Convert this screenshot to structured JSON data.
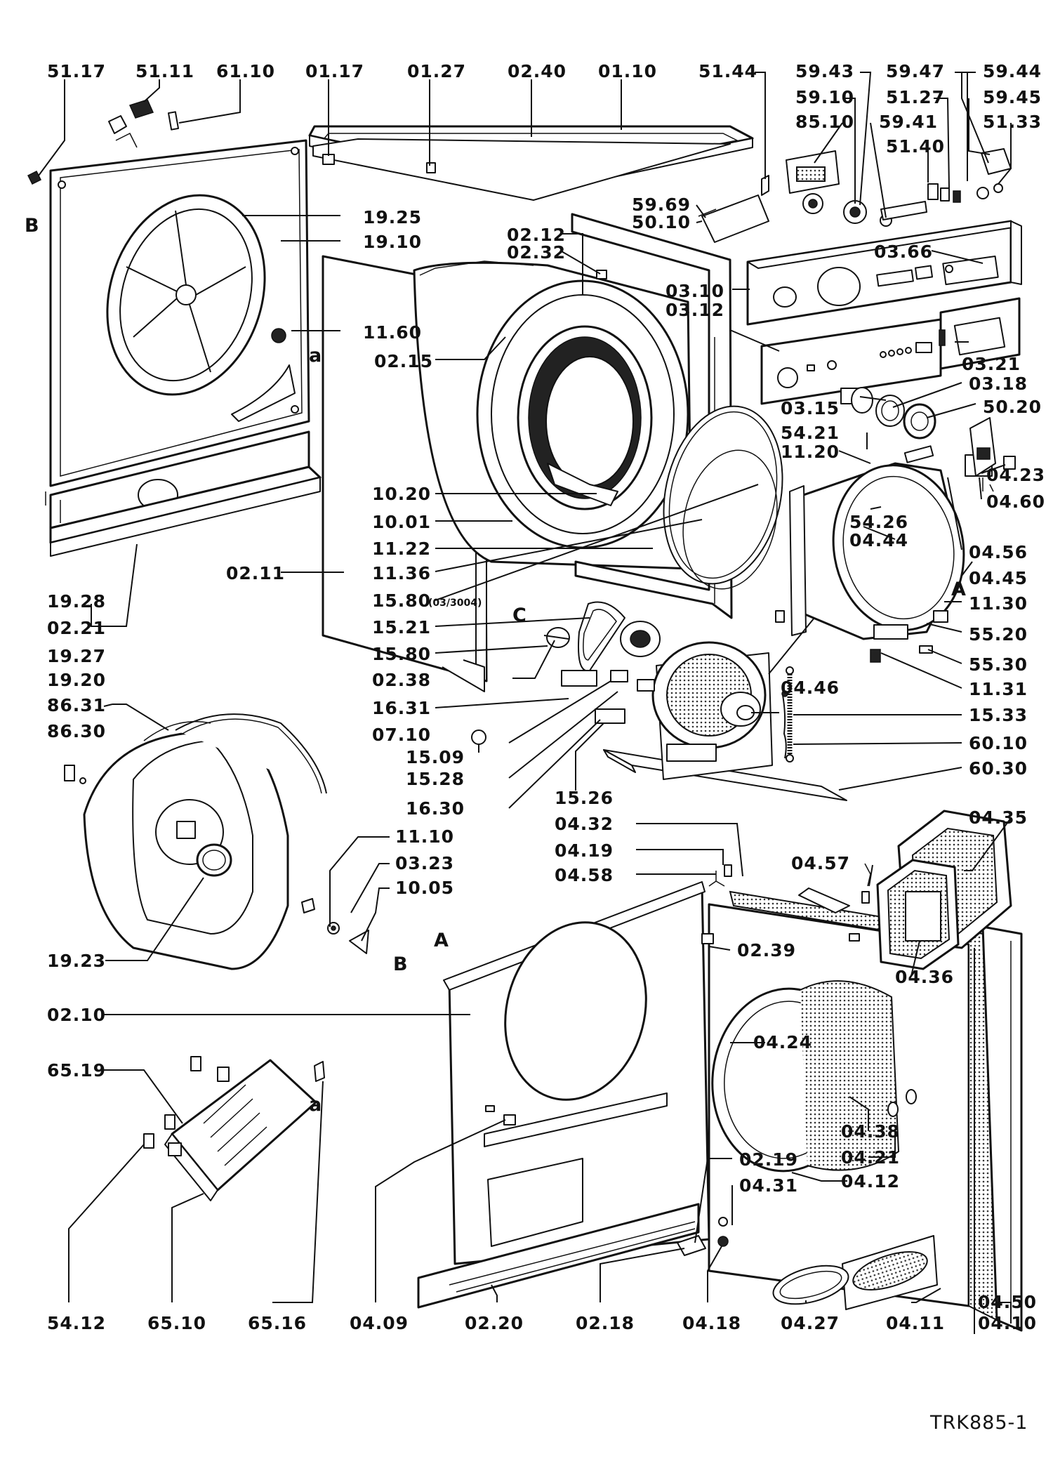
{
  "drawing_ref": "TRK885-1",
  "callouts": [
    {
      "id": "51-17",
      "text": "51.17"
    },
    {
      "id": "51-11",
      "text": "51.11"
    },
    {
      "id": "61-10",
      "text": "61.10"
    },
    {
      "id": "01-17",
      "text": "01.17"
    },
    {
      "id": "01-27",
      "text": "01.27"
    },
    {
      "id": "02-40",
      "text": "02.40"
    },
    {
      "id": "01-10",
      "text": "01.10"
    },
    {
      "id": "51-44",
      "text": "51.44"
    },
    {
      "id": "59-43",
      "text": "59.43"
    },
    {
      "id": "59-47",
      "text": "59.47"
    },
    {
      "id": "59-44",
      "text": "59.44"
    },
    {
      "id": "59-10",
      "text": "59.10"
    },
    {
      "id": "51-27",
      "text": "51.27"
    },
    {
      "id": "59-45",
      "text": "59.45"
    },
    {
      "id": "85-10",
      "text": "85.10"
    },
    {
      "id": "59-41",
      "text": "59.41"
    },
    {
      "id": "51-33",
      "text": "51.33"
    },
    {
      "id": "51-40",
      "text": "51.40"
    },
    {
      "id": "59-69",
      "text": "59.69"
    },
    {
      "id": "50-10",
      "text": "50.10"
    },
    {
      "id": "02-12",
      "text": "02.12"
    },
    {
      "id": "02-32",
      "text": "02.32"
    },
    {
      "id": "03-66",
      "text": "03.66"
    },
    {
      "id": "19-25",
      "text": "19.25"
    },
    {
      "id": "19-10",
      "text": "19.10"
    },
    {
      "id": "03-10",
      "text": "03.10"
    },
    {
      "id": "03-12",
      "text": "03.12"
    },
    {
      "id": "11-60",
      "text": "11.60"
    },
    {
      "id": "03-21",
      "text": "03.21"
    },
    {
      "id": "02-15",
      "text": "02.15"
    },
    {
      "id": "03-18",
      "text": "03.18"
    },
    {
      "id": "03-15",
      "text": "03.15"
    },
    {
      "id": "50-20",
      "text": "50.20"
    },
    {
      "id": "54-21",
      "text": "54.21"
    },
    {
      "id": "11-20",
      "text": "11.20"
    },
    {
      "id": "04-23",
      "text": "04.23"
    },
    {
      "id": "10-20",
      "text": "10.20"
    },
    {
      "id": "54-26",
      "text": "54.26"
    },
    {
      "id": "04-60",
      "text": "04.60"
    },
    {
      "id": "10-01",
      "text": "10.01"
    },
    {
      "id": "04-44",
      "text": "04.44"
    },
    {
      "id": "04-56",
      "text": "04.56"
    },
    {
      "id": "11-22",
      "text": "11.22"
    },
    {
      "id": "19-28",
      "text": "19.28"
    },
    {
      "id": "02-11",
      "text": "02.11"
    },
    {
      "id": "11-36",
      "text": "11.36"
    },
    {
      "id": "04-45",
      "text": "04.45"
    },
    {
      "id": "15-80a",
      "text": "15.80"
    },
    {
      "id": "15-80a-note",
      "text": "(03/3004)"
    },
    {
      "id": "11-30",
      "text": "11.30"
    },
    {
      "id": "02-21",
      "text": "02.21"
    },
    {
      "id": "15-21",
      "text": "15.21"
    },
    {
      "id": "55-20",
      "text": "55.20"
    },
    {
      "id": "19-27",
      "text": "19.27"
    },
    {
      "id": "15-80b",
      "text": "15.80"
    },
    {
      "id": "55-30",
      "text": "55.30"
    },
    {
      "id": "19-20",
      "text": "19.20"
    },
    {
      "id": "02-38",
      "text": "02.38"
    },
    {
      "id": "04-46",
      "text": "04.46"
    },
    {
      "id": "86-31",
      "text": "86.31"
    },
    {
      "id": "16-31",
      "text": "16.31"
    },
    {
      "id": "11-31",
      "text": "11.31"
    },
    {
      "id": "15-33",
      "text": "15.33"
    },
    {
      "id": "86-30",
      "text": "86.30"
    },
    {
      "id": "07-10",
      "text": "07.10"
    },
    {
      "id": "60-10",
      "text": "60.10"
    },
    {
      "id": "15-09",
      "text": "15.09"
    },
    {
      "id": "15-28",
      "text": "15.28"
    },
    {
      "id": "60-30",
      "text": "60.30"
    },
    {
      "id": "16-30",
      "text": "16.30"
    },
    {
      "id": "15-26",
      "text": "15.26"
    },
    {
      "id": "04-32",
      "text": "04.32"
    },
    {
      "id": "04-35",
      "text": "04.35"
    },
    {
      "id": "11-10",
      "text": "11.10"
    },
    {
      "id": "04-19",
      "text": "04.19"
    },
    {
      "id": "04-57",
      "text": "04.57"
    },
    {
      "id": "03-23",
      "text": "03.23"
    },
    {
      "id": "04-58",
      "text": "04.58"
    },
    {
      "id": "10-05",
      "text": "10.05"
    },
    {
      "id": "02-39",
      "text": "02.39"
    },
    {
      "id": "19-23",
      "text": "19.23"
    },
    {
      "id": "04-36",
      "text": "04.36"
    },
    {
      "id": "02-10",
      "text": "02.10"
    },
    {
      "id": "04-24",
      "text": "04.24"
    },
    {
      "id": "65-19",
      "text": "65.19"
    },
    {
      "id": "04-38",
      "text": "04.38"
    },
    {
      "id": "04-21",
      "text": "04.21"
    },
    {
      "id": "02-19",
      "text": "02.19"
    },
    {
      "id": "04-12",
      "text": "04.12"
    },
    {
      "id": "04-31",
      "text": "04.31"
    },
    {
      "id": "54-12",
      "text": "54.12"
    },
    {
      "id": "65-10",
      "text": "65.10"
    },
    {
      "id": "65-16",
      "text": "65.16"
    },
    {
      "id": "04-09",
      "text": "04.09"
    },
    {
      "id": "02-20",
      "text": "02.20"
    },
    {
      "id": "02-18",
      "text": "02.18"
    },
    {
      "id": "04-18",
      "text": "04.18"
    },
    {
      "id": "04-27",
      "text": "04.27"
    },
    {
      "id": "04-11",
      "text": "04.11"
    },
    {
      "id": "04-10",
      "text": "04.10"
    },
    {
      "id": "04-50",
      "text": "04.50"
    }
  ],
  "markers": [
    {
      "id": "B-left",
      "text": "B"
    },
    {
      "id": "a-upper",
      "text": "a"
    },
    {
      "id": "C",
      "text": "C"
    },
    {
      "id": "A-right",
      "text": "A"
    },
    {
      "id": "A-lower",
      "text": "A"
    },
    {
      "id": "B-lower",
      "text": "B"
    },
    {
      "id": "a-lower",
      "text": "a"
    }
  ]
}
